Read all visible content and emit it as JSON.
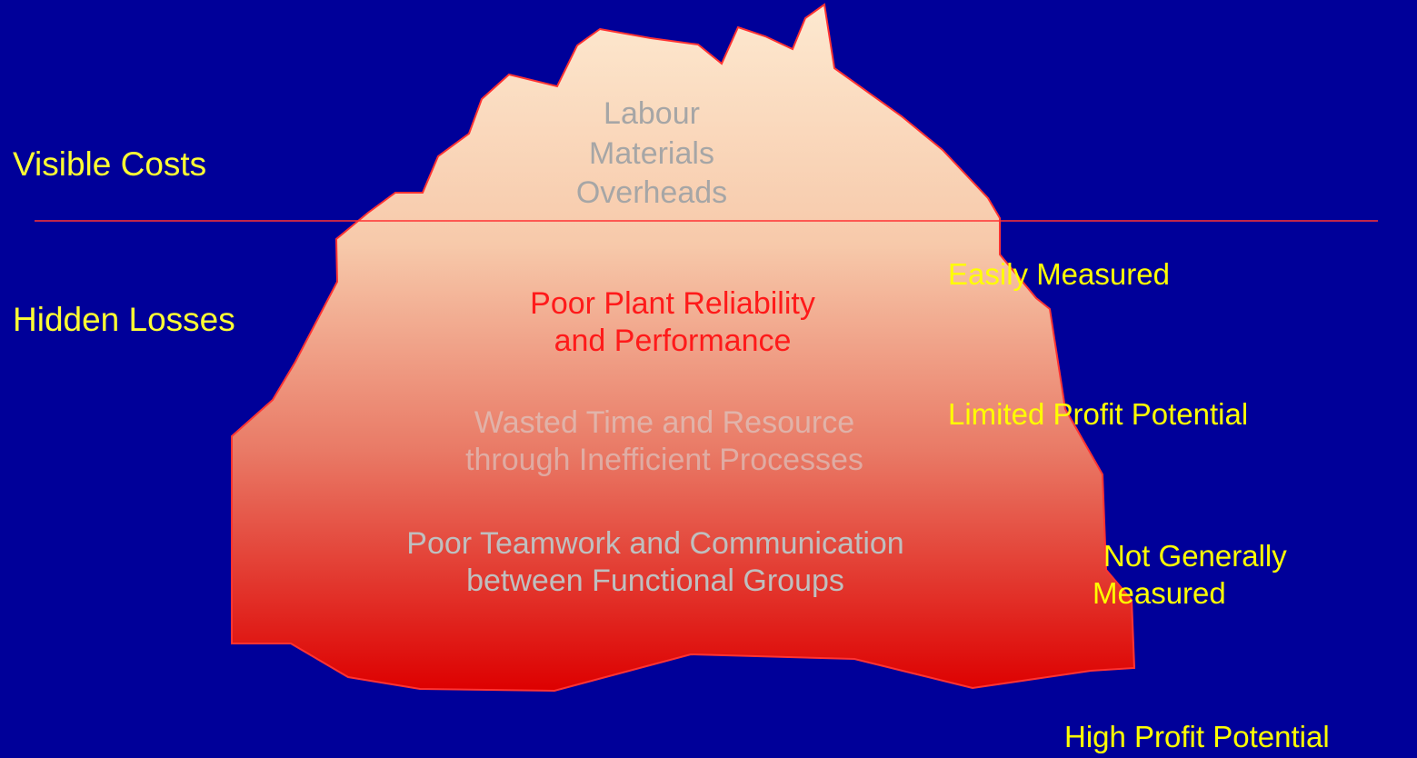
{
  "left_labels": {
    "visible": "Visible Costs",
    "hidden": "Hidden Losses"
  },
  "iceberg": {
    "above_lines": [
      "Labour",
      "Materials",
      "Overheads"
    ],
    "reliability": [
      "Poor Plant Reliability",
      "and Performance"
    ],
    "wasted": [
      "Wasted Time and Resource",
      "through Inefficient Processes"
    ],
    "teamwork": [
      "Poor Teamwork and Communication",
      "between Functional Groups"
    ]
  },
  "right_labels": {
    "easily": "Easily Measured",
    "limited": "Limited Profit Potential",
    "not_generally": [
      "Not Generally",
      "Measured"
    ],
    "high": "High Profit Potential"
  },
  "colors": {
    "background": "#000099",
    "label_yellow": "#ffff00",
    "waterline": "#ff3333",
    "berg_top": "#fde9d0",
    "berg_bottom": "#e00000",
    "berg_outline": "#ff3333"
  }
}
